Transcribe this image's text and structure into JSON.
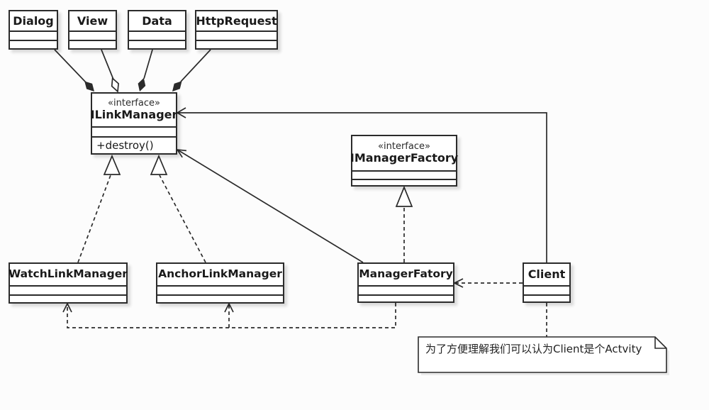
{
  "colors": {
    "background": "#fcfcfc",
    "stroke": "#2b2b2b",
    "box_fill": "#ffffff"
  },
  "classes": {
    "dialog": {
      "name": "Dialog"
    },
    "view": {
      "name": "View"
    },
    "data": {
      "name": "Data"
    },
    "httprequest": {
      "name": "HttpRequest"
    },
    "ilinkmanager": {
      "stereotype": "«interface»",
      "name": "ILinkManager",
      "methods": [
        "+destroy()"
      ]
    },
    "imanagerfactory": {
      "stereotype": "«interface»",
      "name": "IManagerFactory"
    },
    "watchlinkmanager": {
      "name": "WatchLinkManager"
    },
    "anchorlinkmanager": {
      "name": "AnchorLinkManager"
    },
    "managerfatory": {
      "name": "ManagerFatory"
    },
    "client": {
      "name": "Client"
    }
  },
  "note": {
    "text": "为了方便理解我们可以认为Client是个Actvity"
  },
  "relationships": [
    {
      "from": "Dialog",
      "to": "ILinkManager",
      "type": "composition"
    },
    {
      "from": "View",
      "to": "ILinkManager",
      "type": "aggregation"
    },
    {
      "from": "Data",
      "to": "ILinkManager",
      "type": "composition"
    },
    {
      "from": "HttpRequest",
      "to": "ILinkManager",
      "type": "composition"
    },
    {
      "from": "Client",
      "to": "ILinkManager",
      "type": "association"
    },
    {
      "from": "ManagerFatory",
      "to": "ILinkManager",
      "type": "association"
    },
    {
      "from": "WatchLinkManager",
      "to": "ILinkManager",
      "type": "realization"
    },
    {
      "from": "AnchorLinkManager",
      "to": "ILinkManager",
      "type": "realization"
    },
    {
      "from": "ManagerFatory",
      "to": "IManagerFactory",
      "type": "realization"
    },
    {
      "from": "Client",
      "to": "ManagerFatory",
      "type": "dependency"
    },
    {
      "from": "ManagerFatory",
      "to": "WatchLinkManager",
      "type": "dependency"
    },
    {
      "from": "ManagerFatory",
      "to": "AnchorLinkManager",
      "type": "dependency"
    },
    {
      "from": "Client",
      "to": "note",
      "type": "note-anchor"
    }
  ]
}
